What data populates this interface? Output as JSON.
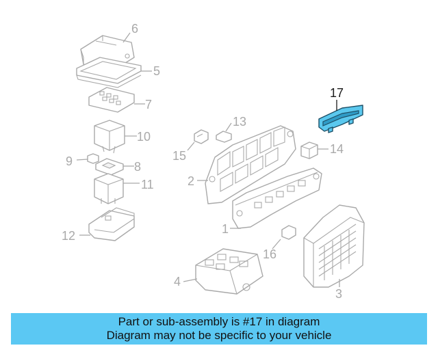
{
  "diagram": {
    "callouts": [
      {
        "id": "6",
        "label": "6"
      },
      {
        "id": "5",
        "label": "5"
      },
      {
        "id": "7",
        "label": "7"
      },
      {
        "id": "10",
        "label": "10"
      },
      {
        "id": "9",
        "label": "9"
      },
      {
        "id": "8",
        "label": "8"
      },
      {
        "id": "11",
        "label": "11"
      },
      {
        "id": "12",
        "label": "12"
      },
      {
        "id": "13",
        "label": "13"
      },
      {
        "id": "15",
        "label": "15"
      },
      {
        "id": "14",
        "label": "14"
      },
      {
        "id": "2",
        "label": "2"
      },
      {
        "id": "1",
        "label": "1"
      },
      {
        "id": "16",
        "label": "16"
      },
      {
        "id": "4",
        "label": "4"
      },
      {
        "id": "3",
        "label": "3"
      },
      {
        "id": "17",
        "label": "17"
      }
    ],
    "highlighted_part": "17",
    "highlight_color": "#5bc8ee",
    "label_color": "#a9a9a9"
  },
  "banner": {
    "line1": "Part or sub-assembly is #17 in diagram",
    "line2": "Diagram may not be specific to your vehicle",
    "background": "#5bc8f3"
  }
}
